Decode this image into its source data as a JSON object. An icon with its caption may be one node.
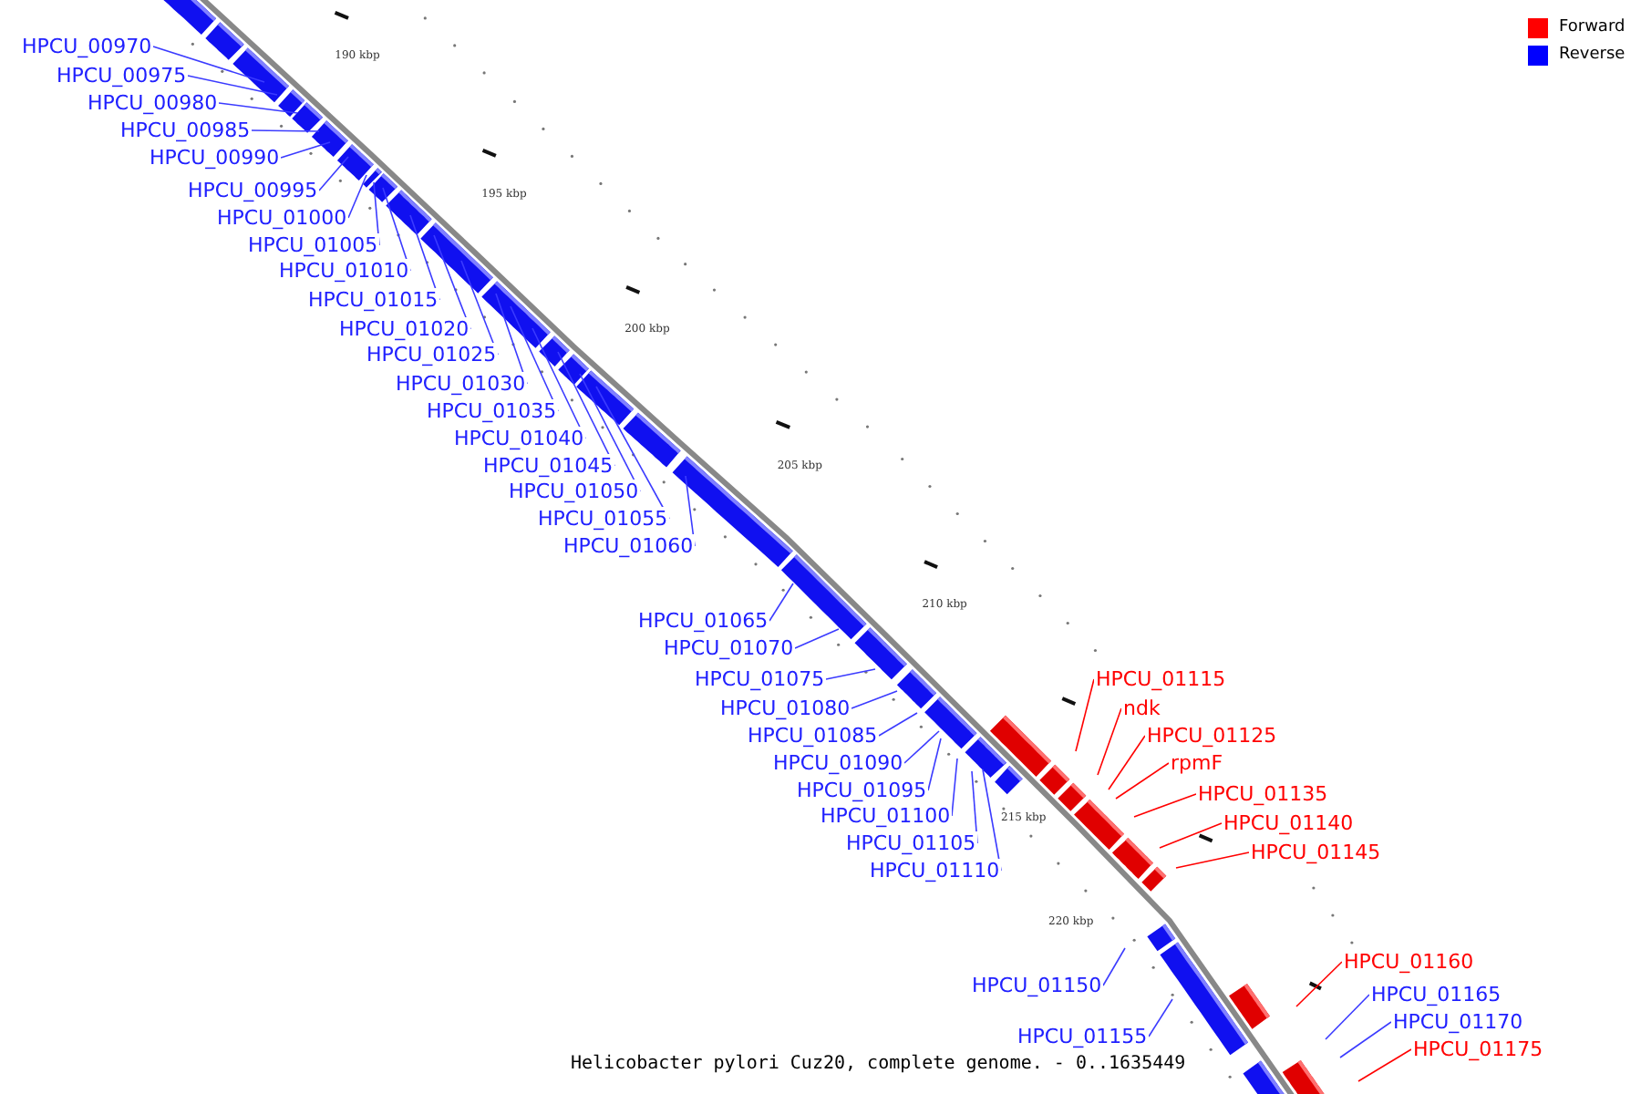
{
  "diagram": {
    "caption": "Helicobacter pylori Cuz20, complete genome. - 0..1635449",
    "nodes": [
      {
        "text": [
          "HPCU_00970"
        ]
      },
      {
        "text": [
          "HPCU_00975"
        ]
      },
      {
        "text": [
          "HPCU_00980"
        ]
      },
      {
        "text": [
          "HPCU_00985"
        ]
      },
      {
        "text": [
          "HPCU_00990"
        ]
      },
      {
        "text": [
          "HPCU_00995"
        ]
      },
      {
        "text": [
          "HPCU_01000"
        ]
      },
      {
        "text": [
          "HPCU_01005"
        ]
      },
      {
        "text": [
          "HPCU_01010"
        ]
      },
      {
        "text": [
          "HPCU_01015"
        ]
      },
      {
        "text": [
          "HPCU_01020"
        ]
      },
      {
        "text": [
          "HPCU_01025"
        ]
      },
      {
        "text": [
          "HPCU_01030"
        ]
      },
      {
        "text": [
          "HPCU_01035"
        ]
      },
      {
        "text": [
          "HPCU_01040"
        ]
      },
      {
        "text": [
          "HPCU_01045"
        ]
      },
      {
        "text": [
          "HPCU_01050"
        ]
      },
      {
        "text": [
          "HPCU_01055"
        ]
      },
      {
        "text": [
          "HPCU_01060"
        ]
      },
      {
        "text": [
          "HPCU_01065"
        ]
      },
      {
        "text": [
          "HPCU_01070"
        ]
      },
      {
        "text": [
          "HPCU_01075"
        ]
      },
      {
        "text": [
          "HPCU_01080"
        ]
      },
      {
        "text": [
          "HPCU_01085"
        ]
      },
      {
        "text": [
          "HPCU_01090"
        ]
      },
      {
        "text": [
          "HPCU_01095"
        ]
      },
      {
        "text": [
          "HPCU_01100"
        ]
      },
      {
        "text": [
          "HPCU_01105"
        ]
      },
      {
        "text": [
          "HPCU_01110"
        ]
      },
      {
        "text": [
          "HPCU_01115"
        ]
      },
      {
        "text": [
          "ndk"
        ]
      },
      {
        "text": [
          "HPCU_01125"
        ]
      },
      {
        "text": [
          "rpmF"
        ]
      },
      {
        "text": [
          "HPCU_01135"
        ]
      },
      {
        "text": [
          "HPCU_01140"
        ]
      },
      {
        "text": [
          "HPCU_01145"
        ]
      },
      {
        "text": [
          "HPCU_01150"
        ]
      },
      {
        "text": [
          "HPCU_01155"
        ]
      },
      {
        "text": [
          "HPCU_01160"
        ]
      },
      {
        "text": [
          "HPCU_01165"
        ]
      },
      {
        "text": [
          "HPCU_01170"
        ]
      },
      {
        "text": [
          "HPCU_01175"
        ]
      }
    ],
    "edges": [
      {
        "from": 0,
        "to": null,
        "arrow": "none"
      },
      {
        "from": 1,
        "to": null,
        "arrow": "none"
      },
      {
        "from": 2,
        "to": null,
        "arrow": "none"
      },
      {
        "from": 3,
        "to": null,
        "arrow": "none"
      },
      {
        "from": 4,
        "to": null,
        "arrow": "none"
      },
      {
        "from": 5,
        "to": null,
        "arrow": "none"
      },
      {
        "from": 6,
        "to": null,
        "arrow": "none"
      },
      {
        "from": 7,
        "to": null,
        "arrow": "none"
      },
      {
        "from": 8,
        "to": null,
        "arrow": "none"
      },
      {
        "from": 9,
        "to": null,
        "arrow": "none"
      },
      {
        "from": 10,
        "to": null,
        "arrow": "none"
      },
      {
        "from": 11,
        "to": null,
        "arrow": "none"
      },
      {
        "from": 12,
        "to": null,
        "arrow": "none"
      },
      {
        "from": 13,
        "to": null,
        "arrow": "none"
      },
      {
        "from": 14,
        "to": null,
        "arrow": "none"
      },
      {
        "from": 15,
        "to": null,
        "arrow": "none"
      },
      {
        "from": 16,
        "to": null,
        "arrow": "none"
      },
      {
        "from": 17,
        "to": null,
        "arrow": "none"
      },
      {
        "from": 18,
        "to": null,
        "arrow": "none"
      },
      {
        "from": 19,
        "to": null,
        "arrow": "none"
      },
      {
        "from": 20,
        "to": null,
        "arrow": "none"
      },
      {
        "from": 21,
        "to": null,
        "arrow": "none"
      },
      {
        "from": 22,
        "to": null,
        "arrow": "none"
      },
      {
        "from": 23,
        "to": null,
        "arrow": "none"
      },
      {
        "from": 24,
        "to": null,
        "arrow": "none"
      },
      {
        "from": 25,
        "to": null,
        "arrow": "none"
      },
      {
        "from": 26,
        "to": null,
        "arrow": "none"
      },
      {
        "from": 27,
        "to": null,
        "arrow": "none"
      },
      {
        "from": 28,
        "to": null,
        "arrow": "none"
      },
      {
        "from": 29,
        "to": null,
        "arrow": "none",
        "color": "#ff0000"
      },
      {
        "from": 30,
        "to": null,
        "arrow": "none",
        "color": "#ff0000"
      },
      {
        "from": 31,
        "to": null,
        "arrow": "none",
        "color": "#ff0000"
      },
      {
        "from": 32,
        "to": null,
        "arrow": "none",
        "color": "#ff0000"
      },
      {
        "from": 33,
        "to": null,
        "arrow": "none",
        "color": "#ff0000"
      },
      {
        "from": 34,
        "to": null,
        "arrow": "none",
        "color": "#ff0000"
      },
      {
        "from": 35,
        "to": null,
        "arrow": "none",
        "color": "#ff0000"
      },
      {
        "from": 36,
        "to": null,
        "arrow": "none"
      },
      {
        "from": 37,
        "to": null,
        "arrow": "none"
      },
      {
        "from": 38,
        "to": null,
        "arrow": "none",
        "color": "#ff0000"
      },
      {
        "from": 39,
        "to": null,
        "arrow": "none"
      },
      {
        "from": 40,
        "to": null,
        "arrow": "none"
      },
      {
        "from": 41,
        "to": null,
        "arrow": "none",
        "color": "#ff0000"
      }
    ],
    "labels": [
      "190 kbp",
      "195 kbp",
      "200 kbp",
      "205 kbp",
      "210 kbp",
      "215 kbp",
      "220 kbp"
    ],
    "legend": [
      {
        "text": "Forward",
        "color": "#ff0000"
      },
      {
        "text": "Reverse",
        "color": "#0000ff"
      }
    ]
  }
}
